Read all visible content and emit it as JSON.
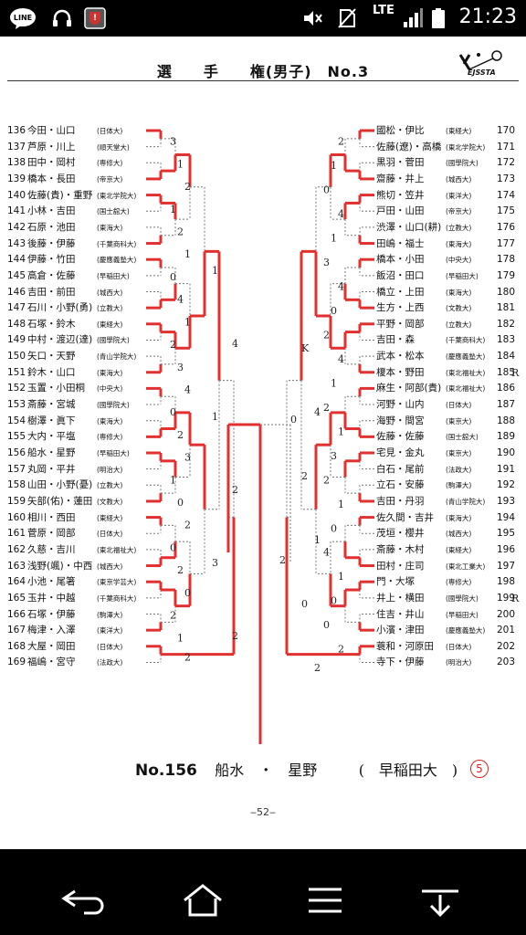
{
  "status_bar": {
    "time": "21:23",
    "network": "LTE",
    "icons": [
      "line-app-icon",
      "headphones-icon",
      "security-app-icon",
      "mute-icon",
      "no-sim-icon",
      "signal-icon",
      "battery-icon"
    ],
    "line_label": "LINE"
  },
  "document": {
    "title": "選　　手　　権(男子)　No.3",
    "logo_text": "EJSSTA",
    "page_number": "‒52‒"
  },
  "bracket_left": [
    {
      "num": "136",
      "name": "今田・山口",
      "uni": "(日体大)"
    },
    {
      "num": "137",
      "name": "芦原・川上",
      "uni": "(順天堂大)"
    },
    {
      "num": "138",
      "name": "田中・岡村",
      "uni": "(専修大)"
    },
    {
      "num": "139",
      "name": "橋本・長田",
      "uni": "(帝京大)"
    },
    {
      "num": "140",
      "name": "佐藤(貴)・重野",
      "uni": "(東北学院大)"
    },
    {
      "num": "141",
      "name": "小林・吉田",
      "uni": "(国士舘大)"
    },
    {
      "num": "142",
      "name": "石原・池田",
      "uni": "(東海大)"
    },
    {
      "num": "143",
      "name": "後藤・伊藤",
      "uni": "(千葉商科大)"
    },
    {
      "num": "144",
      "name": "伊藤・竹田",
      "uni": "(慶應義塾大)"
    },
    {
      "num": "145",
      "name": "高倉・佐藤",
      "uni": "(早稲田大)"
    },
    {
      "num": "146",
      "name": "吉田・前田",
      "uni": "(城西大)"
    },
    {
      "num": "147",
      "name": "石川・小野(勇)",
      "uni": "(立教大)"
    },
    {
      "num": "148",
      "name": "石塚・鈴木",
      "uni": "(東経大)"
    },
    {
      "num": "149",
      "name": "中村・渡辺(達)",
      "uni": "(國學院大)"
    },
    {
      "num": "150",
      "name": "矢口・天野",
      "uni": "(青山学院大)"
    },
    {
      "num": "151",
      "name": "鈴木・山口",
      "uni": "(東海大)"
    },
    {
      "num": "152",
      "name": "玉置・小田桐",
      "uni": "(中央大)"
    },
    {
      "num": "153",
      "name": "斎藤・宮城",
      "uni": "(國學院大)"
    },
    {
      "num": "154",
      "name": "樹澤・眞下",
      "uni": "(東海大)"
    },
    {
      "num": "155",
      "name": "大内・平塩",
      "uni": "(専修大)"
    },
    {
      "num": "156",
      "name": "船水・星野",
      "uni": "(早稲田大)"
    },
    {
      "num": "157",
      "name": "丸岡・平井",
      "uni": "(明治大)"
    },
    {
      "num": "158",
      "name": "山田・小野(憂)",
      "uni": "(立教大)"
    },
    {
      "num": "159",
      "name": "矢部(佑)・蓮田",
      "uni": "(文教大)"
    },
    {
      "num": "160",
      "name": "相川・西田",
      "uni": "(東経大)"
    },
    {
      "num": "161",
      "name": "菅原・岡部",
      "uni": "(日体大)"
    },
    {
      "num": "162",
      "name": "久慈・吉川",
      "uni": "(東北福祉大)"
    },
    {
      "num": "163",
      "name": "浅野(颯)・中西",
      "uni": "(城西大)"
    },
    {
      "num": "164",
      "name": "小池・尾箸",
      "uni": "(東京学芸大)"
    },
    {
      "num": "165",
      "name": "玉井・中越",
      "uni": "(千葉商科大)"
    },
    {
      "num": "166",
      "name": "石塚・伊藤",
      "uni": "(駒澤大)"
    },
    {
      "num": "167",
      "name": "梅津・入澤",
      "uni": "(東洋大)"
    },
    {
      "num": "168",
      "name": "大屋・岡田",
      "uni": "(日体大)"
    },
    {
      "num": "169",
      "name": "福嶋・宮守",
      "uni": "(法政大)"
    }
  ],
  "bracket_right": [
    {
      "num": "170",
      "name": "國松・伊比",
      "uni": "(東経大)"
    },
    {
      "num": "171",
      "name": "佐藤(遼)・高橋",
      "uni": "(東北学院大)"
    },
    {
      "num": "172",
      "name": "黒羽・菅田",
      "uni": "(國學院大)"
    },
    {
      "num": "173",
      "name": "齋藤・井上",
      "uni": "(城西大)"
    },
    {
      "num": "174",
      "name": "熊切・笠井",
      "uni": "(東洋大)"
    },
    {
      "num": "175",
      "name": "戸田・山田",
      "uni": "(帝京大)"
    },
    {
      "num": "176",
      "name": "渋澤・山口(耕)",
      "uni": "(立教大)"
    },
    {
      "num": "177",
      "name": "田嶋・福士",
      "uni": "(東海大)"
    },
    {
      "num": "178",
      "name": "橋本・小田",
      "uni": "(中央大)"
    },
    {
      "num": "179",
      "name": "飯沼・田口",
      "uni": "(早稲田大)"
    },
    {
      "num": "180",
      "name": "橋立・上田",
      "uni": "(東海大)"
    },
    {
      "num": "181",
      "name": "生方・上西",
      "uni": "(文教大)"
    },
    {
      "num": "182",
      "name": "平野・岡部",
      "uni": "(立教大)"
    },
    {
      "num": "183",
      "name": "吉田・森",
      "uni": "(千葉商科大)"
    },
    {
      "num": "184",
      "name": "武本・松本",
      "uni": "(慶應義塾大)"
    },
    {
      "num": "185",
      "name": "榎本・野田",
      "uni": "(東北福祉大)"
    },
    {
      "num": "186",
      "name": "麻生・阿部(貴)",
      "uni": "(東北福祉大)"
    },
    {
      "num": "187",
      "name": "河野・山内",
      "uni": "(日体大)"
    },
    {
      "num": "188",
      "name": "海野・間宮",
      "uni": "(東京大)"
    },
    {
      "num": "189",
      "name": "佐藤・佐藤",
      "uni": "(国士舘大)"
    },
    {
      "num": "190",
      "name": "宅見・金丸",
      "uni": "(東京大)"
    },
    {
      "num": "191",
      "name": "白石・尾前",
      "uni": "(法政大)"
    },
    {
      "num": "192",
      "name": "立石・安藤",
      "uni": "(駒澤大)"
    },
    {
      "num": "193",
      "name": "吉田・丹羽",
      "uni": "(青山学院大)"
    },
    {
      "num": "194",
      "name": "佐久間・吉井",
      "uni": "(東海大)"
    },
    {
      "num": "195",
      "name": "茂垣・櫻井",
      "uni": "(城西大)"
    },
    {
      "num": "196",
      "name": "斎藤・木村",
      "uni": "(東経大)"
    },
    {
      "num": "197",
      "name": "田村・庄司",
      "uni": "(東北工業大)"
    },
    {
      "num": "198",
      "name": "門・大塚",
      "uni": "(専修大)"
    },
    {
      "num": "199",
      "name": "井上・横田",
      "uni": "(國學院大)"
    },
    {
      "num": "200",
      "name": "住吉・井山",
      "uni": "(早稲田大)"
    },
    {
      "num": "201",
      "name": "小濱・津田",
      "uni": "(慶應義塾大)"
    },
    {
      "num": "202",
      "name": "蓑和・河原田",
      "uni": "(日体大)"
    },
    {
      "num": "203",
      "name": "寺下・伊藤",
      "uni": "(明治大)"
    }
  ],
  "footer": {
    "label": "No.156",
    "names": "船水　・　星野",
    "school": "(　早稲田大　)",
    "circled": "5"
  },
  "annotations": {
    "left_round": [
      "3",
      "1",
      "2",
      "1",
      "2",
      "1",
      "0",
      "4",
      "1",
      "2",
      "3",
      "4",
      "0",
      "2",
      "3",
      "1",
      "0",
      "2",
      "0",
      "2",
      "0",
      "2",
      "1",
      "2"
    ],
    "left_mid": [
      "1",
      "4",
      "1",
      "2",
      "3",
      "2"
    ],
    "right_round": [
      "2",
      "1",
      "0",
      "4",
      "1",
      "3",
      "4",
      "0",
      "2",
      "4",
      "1",
      "2",
      "1",
      "3",
      "2",
      "1",
      "0",
      "4",
      "1",
      "0",
      "0",
      "2"
    ],
    "right_mid": [
      "K",
      "4",
      "2",
      "1",
      "0",
      "2"
    ],
    "r_marks": [
      "R",
      "R"
    ],
    "final_score": "0",
    "left_final": "2"
  },
  "nav_bar": {
    "icons": [
      "back-icon",
      "home-icon",
      "menu-icon",
      "down-icon"
    ]
  },
  "colors": {
    "win_line": "#e03030",
    "lose_line": "#777777"
  }
}
